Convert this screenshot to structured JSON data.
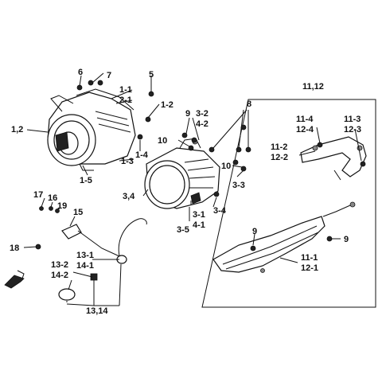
{
  "labels": {
    "p_1_2": "1,2",
    "p_1_1": "1-1",
    "p_2_1": "2-1",
    "p_1_2b": "1-2",
    "p_1_3": "1-3",
    "p_1_4": "1-4",
    "p_1_5": "1-5",
    "p_3_2": "3-2",
    "p_4_2": "4-2",
    "p_3_4": "3,4",
    "p_3_1": "3-1",
    "p_4_1": "4-1",
    "p_3_5": "3-5",
    "p_3_4b": "3-4",
    "p_3_3": "3-3",
    "p_5": "5",
    "p_6": "6",
    "p_7": "7",
    "p_8": "8",
    "p_9a": "9",
    "p_9b": "9",
    "p_9c": "9",
    "p_10a": "10",
    "p_10b": "10",
    "p_11_12": "11,12",
    "p_11_4": "11-4",
    "p_12_4": "12-4",
    "p_11_3": "11-3",
    "p_12_3": "12-3",
    "p_11_2": "11-2",
    "p_12_2": "12-2",
    "p_11_1": "11-1",
    "p_12_1": "12-1",
    "p_13_1": "13-1",
    "p_14_1": "14-1",
    "p_13_2": "13-2",
    "p_14_2": "14-2",
    "p_13_14": "13,14",
    "p_15": "15",
    "p_16": "16",
    "p_17": "17",
    "p_18": "18",
    "p_19": "19"
  }
}
